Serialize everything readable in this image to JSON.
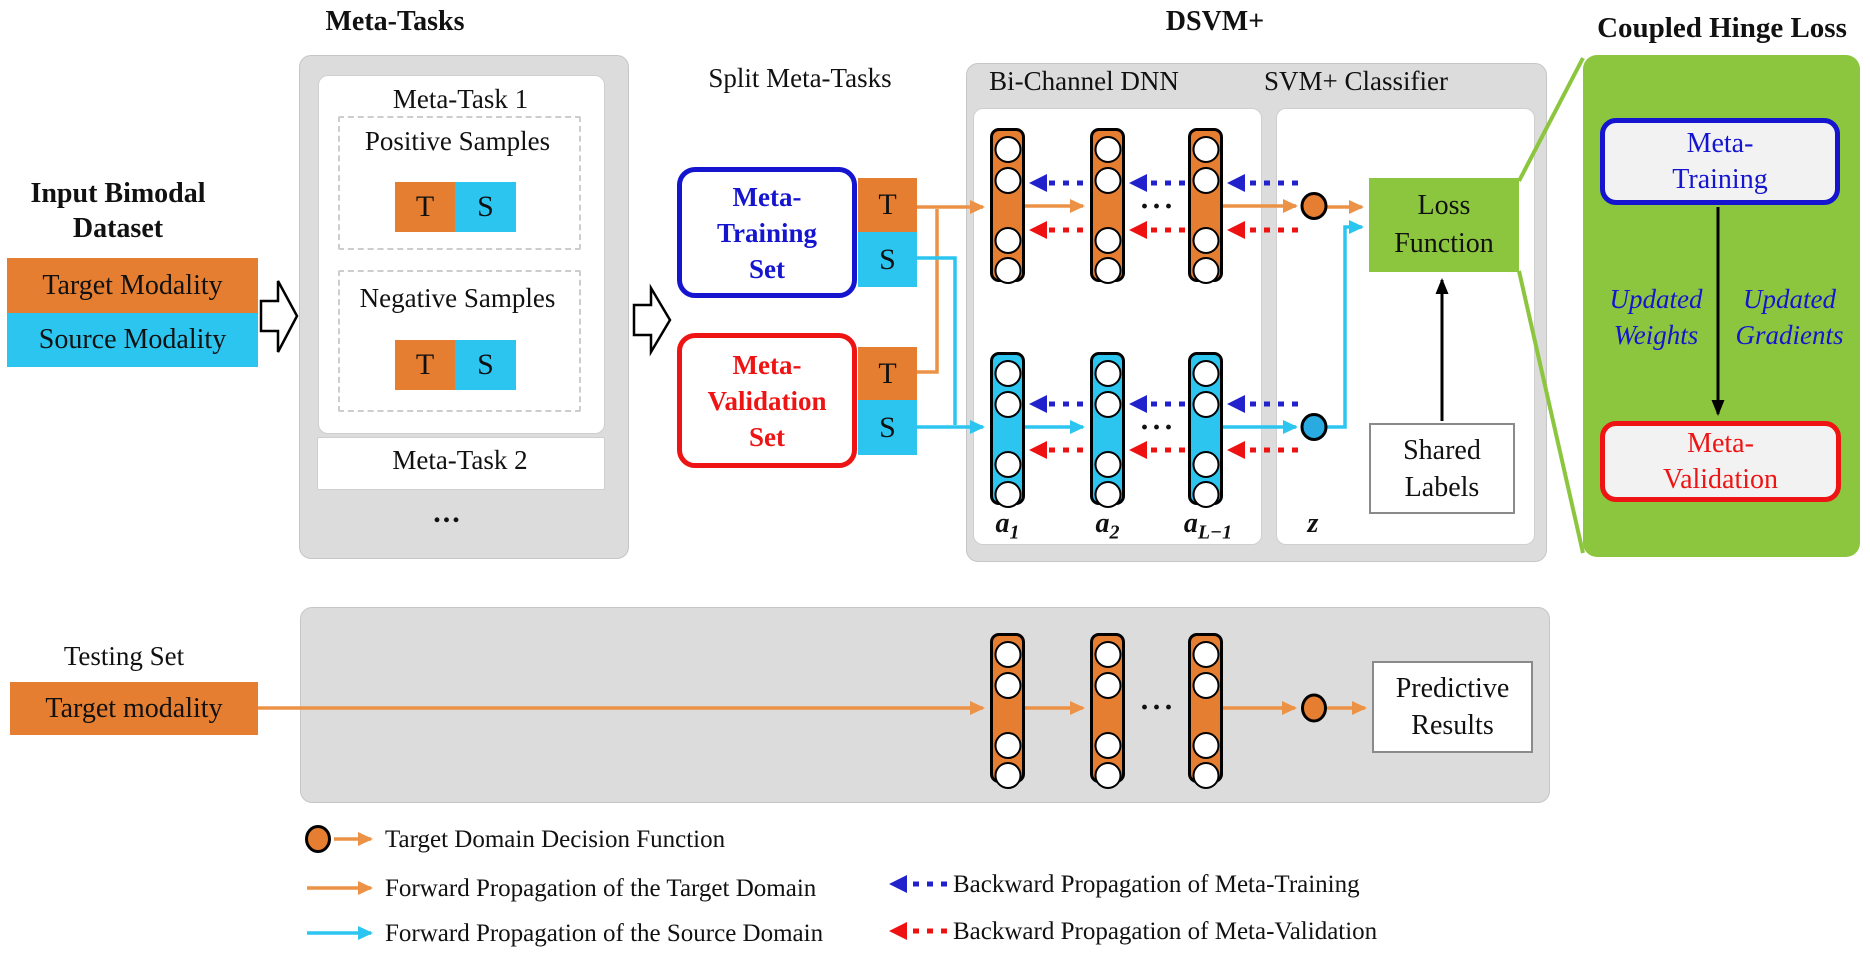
{
  "titles": {
    "meta_tasks": "Meta-Tasks",
    "dsvm": "DSVM+",
    "coupled_hinge_loss": "Coupled Hinge Loss",
    "split_meta_tasks": "Split Meta-Tasks",
    "bi_channel_dnn": "Bi-Channel DNN",
    "svm_classifier": "SVM+ Classifier"
  },
  "input_dataset": {
    "title_line1": "Input Bimodal",
    "title_line2": "Dataset",
    "target": "Target Modality",
    "source": "Source Modality"
  },
  "meta_tasks": {
    "task1": "Meta-Task 1",
    "positive": "Positive Samples",
    "negative": "Negative Samples",
    "t": "T",
    "s": "S",
    "task2": "Meta-Task 2",
    "ellipsis": "..."
  },
  "split": {
    "training": [
      "Meta-",
      "Training",
      "Set"
    ],
    "validation": [
      "Meta-",
      "Validation",
      "Set"
    ],
    "t": "T",
    "s": "S"
  },
  "dnn": {
    "nodes_per_layer": 4,
    "a": "a",
    "layers": [
      {
        "sub": "1"
      },
      {
        "sub": "2"
      },
      {
        "sub": "L−1"
      }
    ],
    "z": "z",
    "ellipsis": "···"
  },
  "svm": {
    "loss_line1": "Loss",
    "loss_line2": "Function",
    "shared_line1": "Shared",
    "shared_line2": "Labels"
  },
  "hinge": {
    "training": [
      "Meta-",
      "Training"
    ],
    "validation": [
      "Meta-",
      "Validation"
    ],
    "updated_weights": [
      "Updated",
      "Weights"
    ],
    "updated_gradients": [
      "Updated",
      "Gradients"
    ]
  },
  "testing": {
    "label": "Testing Set",
    "target": "Target modality",
    "predictive_line1": "Predictive",
    "predictive_line2": "Results",
    "ellipsis": "···"
  },
  "legend": {
    "decision": "Target Domain Decision Function",
    "fwd_target": "Forward Propagation of the Target Domain",
    "fwd_source": "Forward Propagation of the Source Domain",
    "bwd_training": "Backward Propagation of Meta-Training",
    "bwd_validation": "Backward Propagation of Meta-Validation"
  },
  "colors": {
    "orange": "#E57E31",
    "orange-arrow": "#EC9247",
    "cyan": "#2BC5F0",
    "green": "#8CC63F",
    "blue": "#1515CF",
    "red": "#EE1414",
    "panel-gray": "#DCDCDC",
    "box-gray": "#F2F2F2",
    "blue-arrow": "#2222CC",
    "red-arrow": "#EE1111"
  }
}
